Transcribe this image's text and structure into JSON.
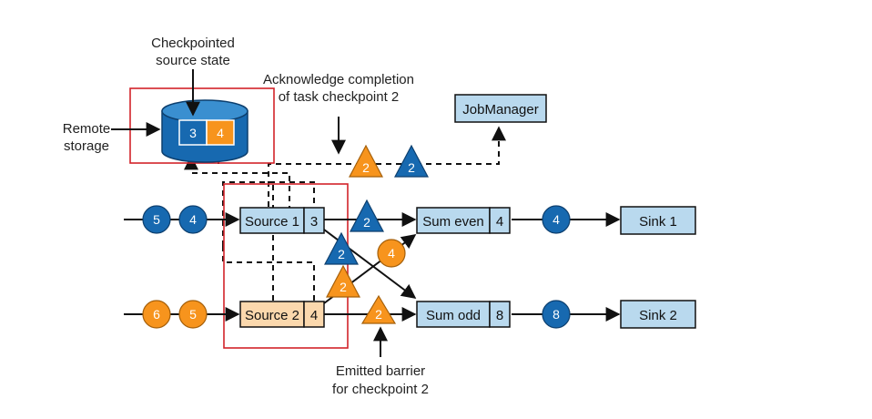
{
  "colors": {
    "blue": "#1769b0",
    "blue_dark": "#0d3f6e",
    "orange": "#f7941d",
    "orange_dark": "#a45f0a",
    "box_blue": "#b9d9ee",
    "box_orange": "#fbd8ad",
    "highlight": "#d2232a",
    "line": "#111111"
  },
  "annotations": {
    "checkpointed_line1": "Checkpointed",
    "checkpointed_line2": "source state",
    "ack_line1": "Acknowledge completion",
    "ack_line2": "of task checkpoint 2",
    "remote_line1": "Remote",
    "remote_line2": "storage",
    "barrier_line1": "Emitted barrier",
    "barrier_line2": "for checkpoint 2"
  },
  "storage": {
    "cell1": "3",
    "cell2": "4"
  },
  "jobmanager": {
    "label": "JobManager"
  },
  "source1": {
    "label": "Source 1",
    "state": "3"
  },
  "source2": {
    "label": "Source 2",
    "state": "4"
  },
  "sum_even": {
    "label": "Sum even",
    "state": "4"
  },
  "sum_odd": {
    "label": "Sum odd",
    "state": "8"
  },
  "sink1": {
    "label": "Sink 1"
  },
  "sink2": {
    "label": "Sink 2"
  },
  "records": {
    "input1_a": "5",
    "input1_b": "4",
    "input2_a": "6",
    "input2_b": "5",
    "to_sum_even": "4",
    "even_out": "4",
    "odd_out": "8"
  },
  "barriers": {
    "ack_orange": "2",
    "ack_blue": "2",
    "s1_top": "2",
    "s1_cross": "2",
    "s2_cross": "2",
    "s2_out": "2"
  }
}
